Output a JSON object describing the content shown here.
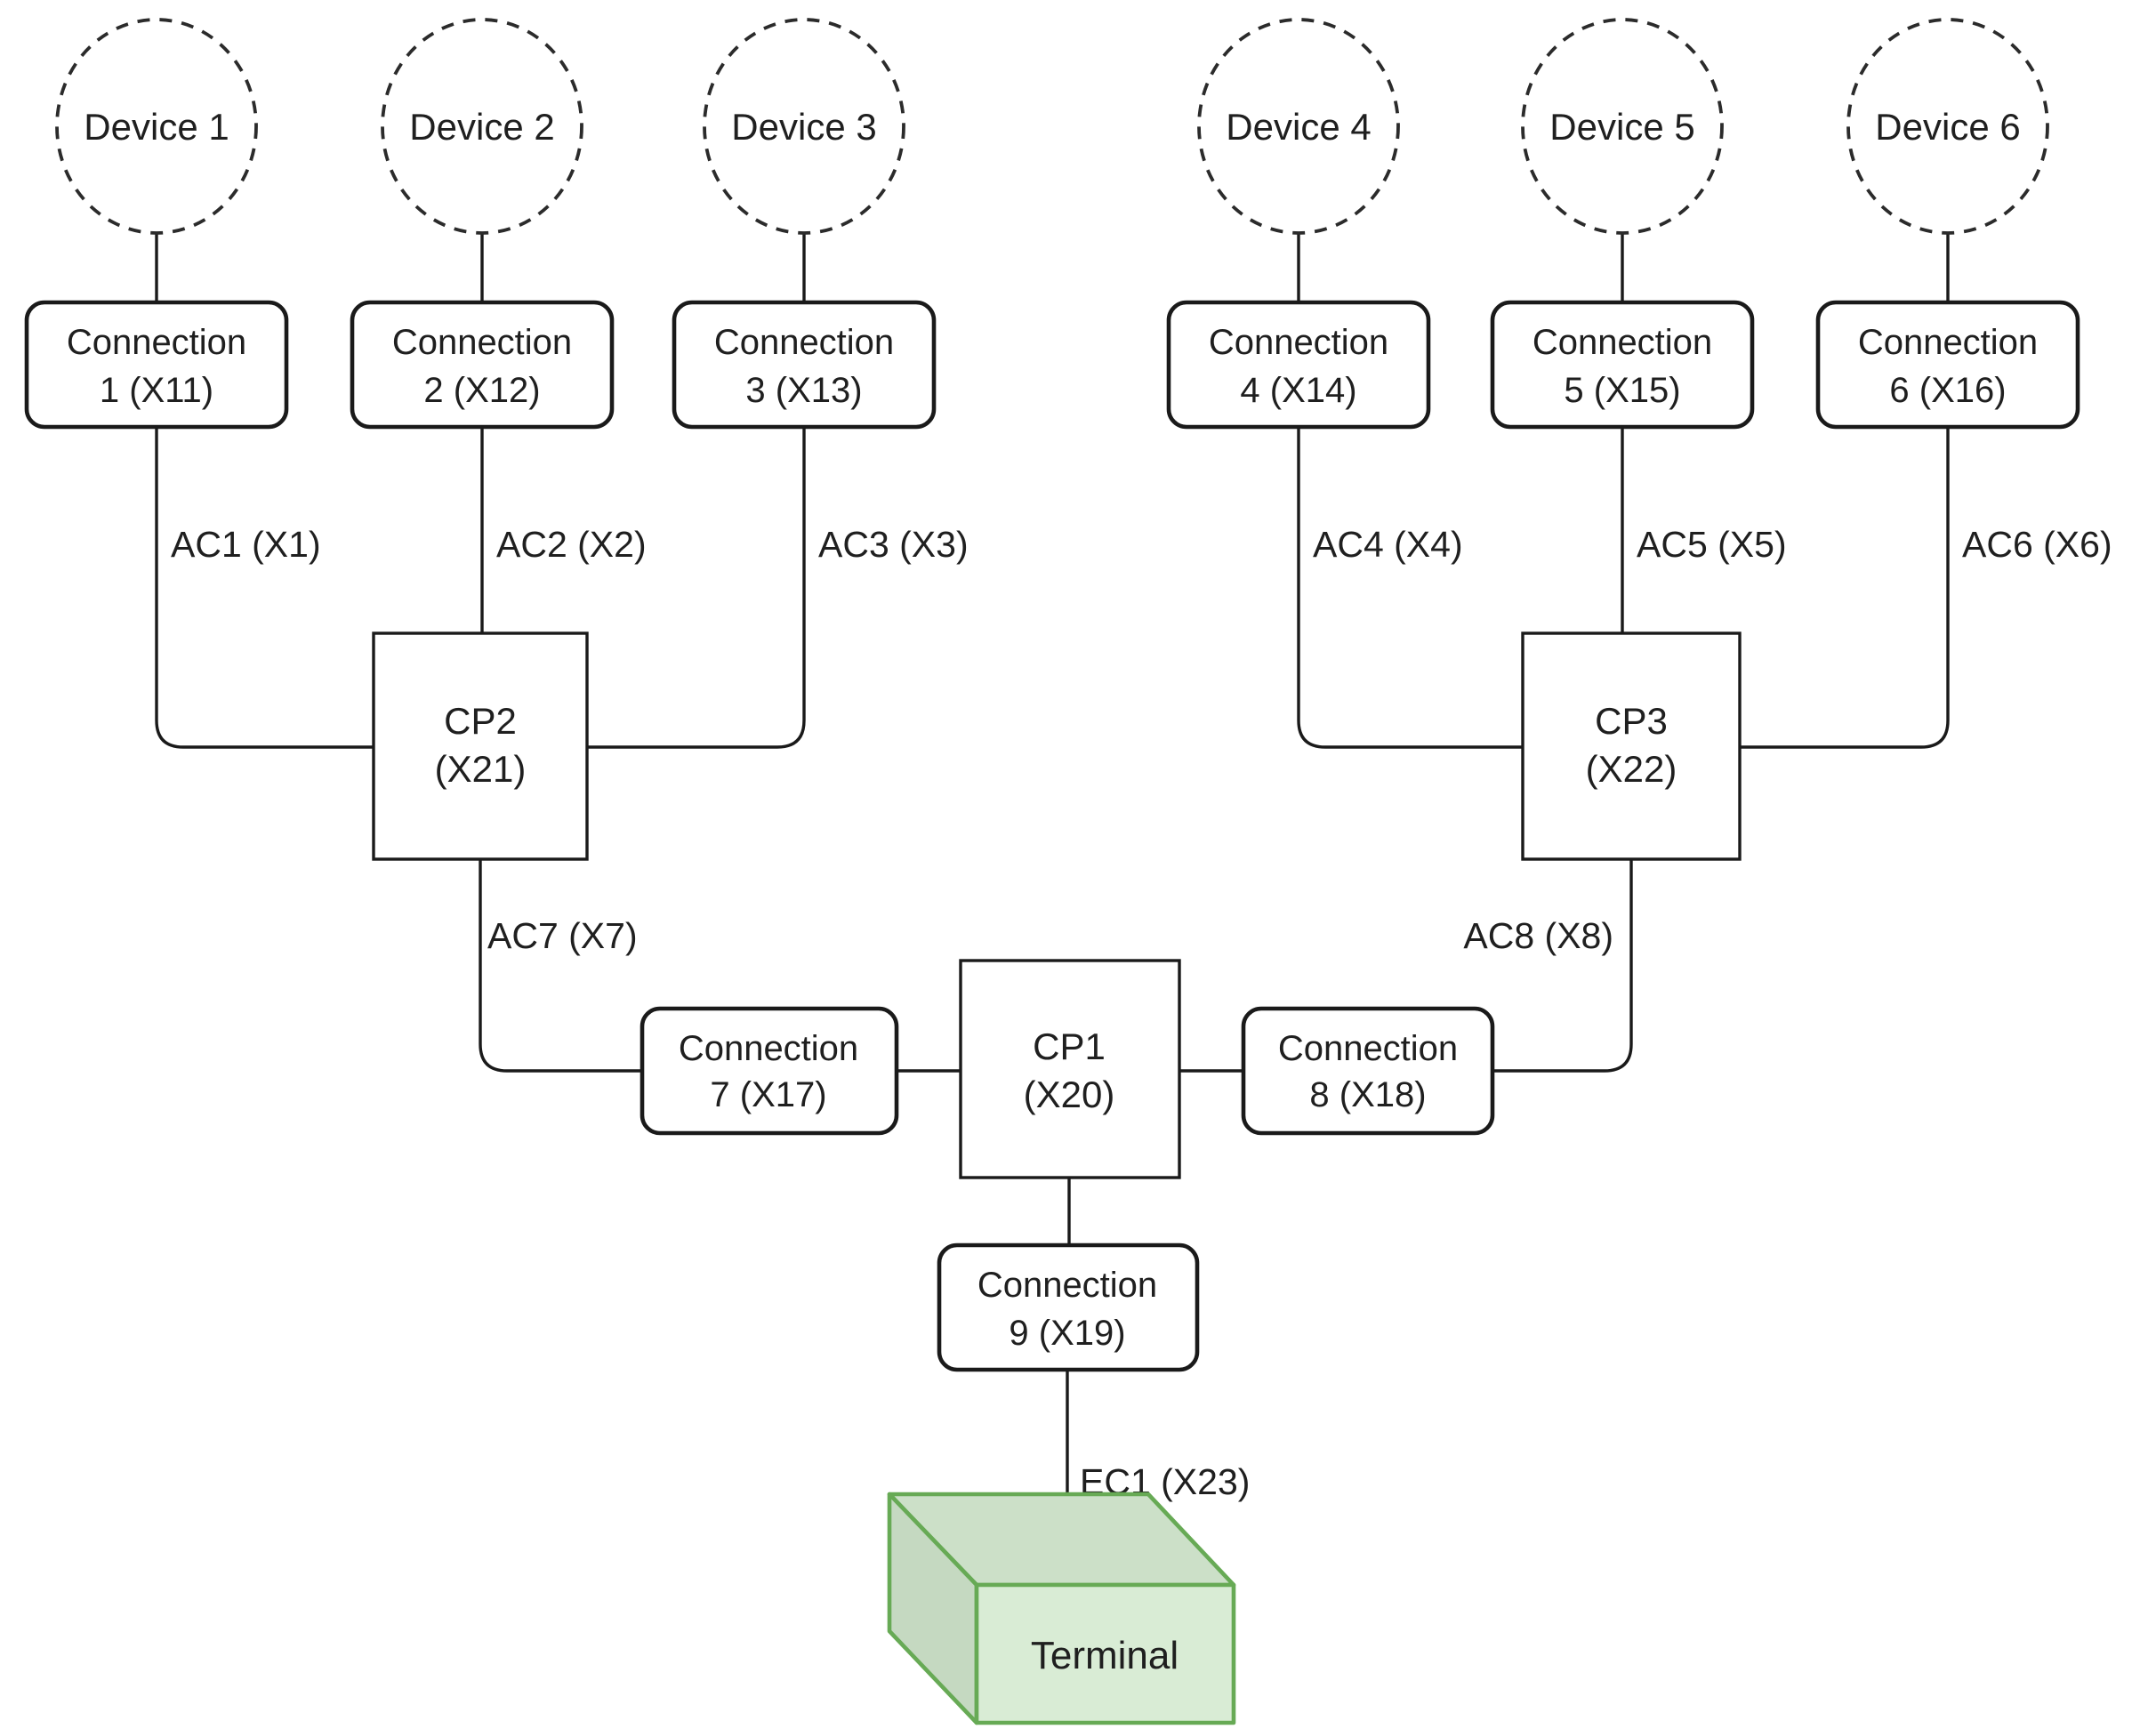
{
  "colors": {
    "stroke": "#1a1a1a",
    "text": "#1f1f1f",
    "node_fill": "#ffffff",
    "terminal_stroke": "#67aa55",
    "terminal_front_fill": "#d9ecd5",
    "terminal_top_fill": "#cce0c8",
    "terminal_side_fill": "#c5d9c1"
  },
  "devices": [
    {
      "label": "Device 1"
    },
    {
      "label": "Device 2"
    },
    {
      "label": "Device 3"
    },
    {
      "label": "Device 4"
    },
    {
      "label": "Device 5"
    },
    {
      "label": "Device 6"
    }
  ],
  "device_connections": [
    {
      "line1": "Connection",
      "line2": "1 (X11)"
    },
    {
      "line1": "Connection",
      "line2": "2 (X12)"
    },
    {
      "line1": "Connection",
      "line2": "3 (X13)"
    },
    {
      "line1": "Connection",
      "line2": "4 (X14)"
    },
    {
      "line1": "Connection",
      "line2": "5 (X15)"
    },
    {
      "line1": "Connection",
      "line2": "6 (X16)"
    }
  ],
  "ac_edge_labels": [
    "AC1 (X1)",
    "AC2 (X2)",
    "AC3 (X3)",
    "AC4 (X4)",
    "AC5 (X5)",
    "AC6 (X6)"
  ],
  "concentrators": {
    "cp2": {
      "line1": "CP2",
      "line2": "(X21)"
    },
    "cp3": {
      "line1": "CP3",
      "line2": "(X22)"
    },
    "cp1": {
      "line1": "CP1",
      "line2": "(X20)"
    }
  },
  "trunk_connections": {
    "connection7": {
      "line1": "Connection",
      "line2": "7 (X17)"
    },
    "connection8": {
      "line1": "Connection",
      "line2": "8 (X18)"
    },
    "connection9": {
      "line1": "Connection",
      "line2": "9 (X19)"
    }
  },
  "trunk_edge_labels": {
    "ac7": "AC7 (X7)",
    "ac8": "AC8 (X8)",
    "ec1": "EC1 (X23)"
  },
  "terminal": {
    "label": "Terminal"
  }
}
